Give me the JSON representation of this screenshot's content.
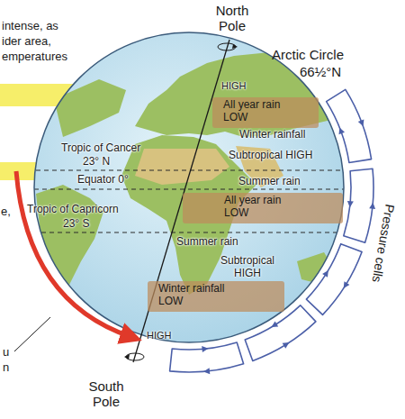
{
  "diagram": {
    "nodes": [
      {
        "text": [
          "All year rain",
          "LOW"
        ]
      },
      {
        "text": [
          "All year rain",
          "LOW"
        ]
      },
      {
        "text": [
          "Winter rainfall",
          "LOW"
        ]
      }
    ],
    "labels": [
      "intense, as",
      "ider area,",
      "emperatures",
      "North Pole",
      "Arctic Circle",
      "66½°N",
      "HIGH",
      "Winter rainfall",
      "Tropic of Cancer",
      "23° N",
      "Subtropical HIGH",
      "Equator 0°",
      "Summer rain",
      "Tropic of Capricorn",
      "23° S",
      "e,",
      "Summer rain",
      "Subtropical HIGH",
      "HIGH",
      "u",
      "n",
      "South Pole",
      "Pressure cells"
    ]
  }
}
